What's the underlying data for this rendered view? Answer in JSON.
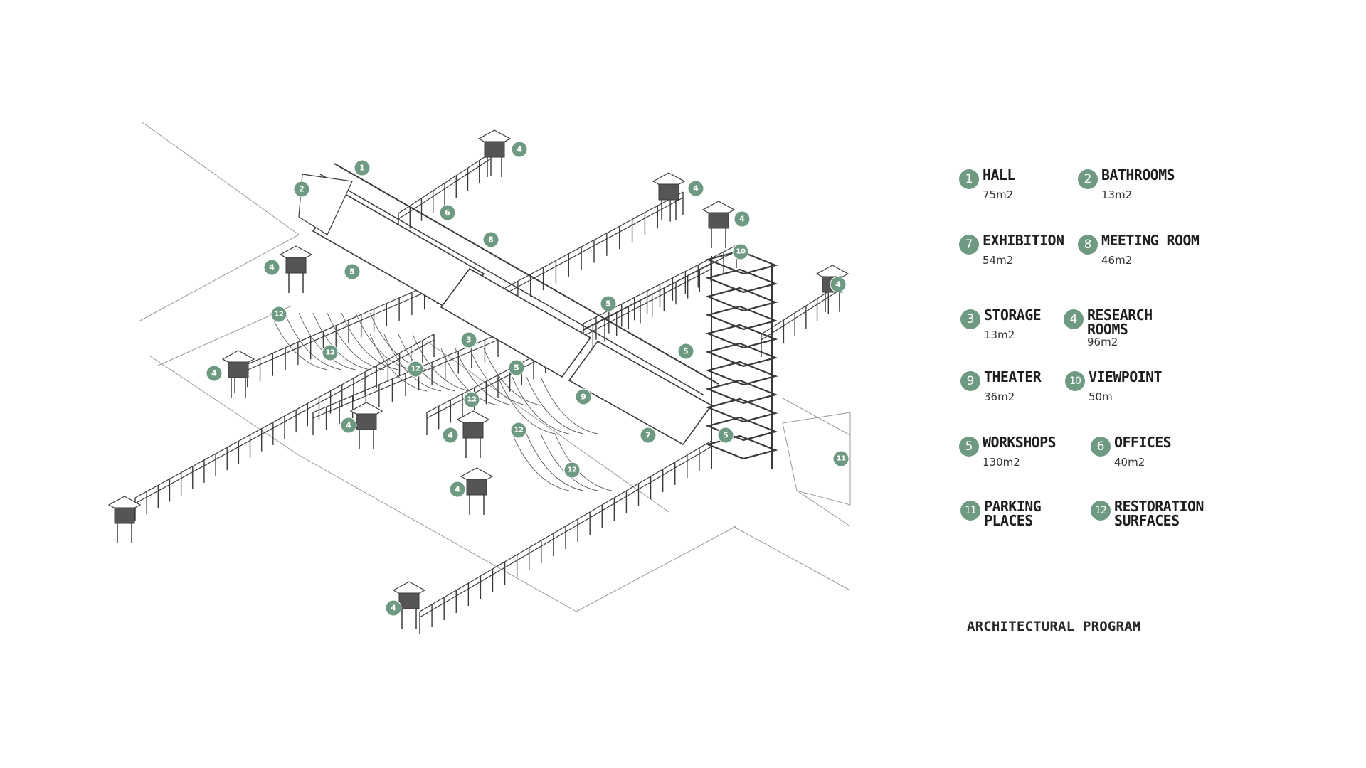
{
  "colors": {
    "badge": "#6f9a82",
    "ink": "#3a3a3a",
    "text": "#1e1e1e"
  },
  "program": [
    {
      "number": "1",
      "name": "HALL",
      "area": "75m2"
    },
    {
      "number": "2",
      "name": "BATHROOMS",
      "area": "13m2"
    },
    {
      "number": "7",
      "name": "EXHIBITION",
      "area": "54m2"
    },
    {
      "number": "8",
      "name": "MEETING ROOM",
      "area": "46m2"
    },
    {
      "number": "3",
      "name": "STORAGE",
      "area": "13m2"
    },
    {
      "number": "4",
      "name": "RESEARCH\nROOMS",
      "area": "96m2"
    },
    {
      "number": "9",
      "name": "THEATER",
      "area": "36m2"
    },
    {
      "number": "10",
      "name": "VIEWPOINT",
      "area": "50m"
    },
    {
      "number": "5",
      "name": "WORKSHOPS",
      "area": "130m2"
    },
    {
      "number": "6",
      "name": "OFFICES",
      "area": "40m2"
    },
    {
      "number": "11",
      "name": "PARKING\nPLACES",
      "area": ""
    },
    {
      "number": "12",
      "name": "RESTORATION\nSURFACES",
      "area": ""
    }
  ],
  "drawing_markers": [
    "1",
    "2",
    "4",
    "4",
    "4",
    "4",
    "4",
    "4",
    "4",
    "4",
    "4",
    "4",
    "5",
    "5",
    "5",
    "5",
    "5",
    "6",
    "7",
    "8",
    "9",
    "10",
    "11",
    "12",
    "12",
    "12",
    "12",
    "12",
    "12",
    "3"
  ],
  "caption": "ARCHITECTURAL PROGRAM"
}
